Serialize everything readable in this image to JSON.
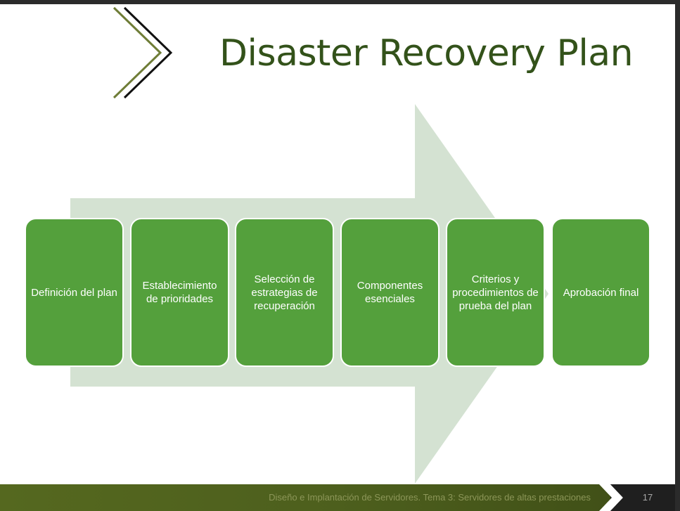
{
  "slide": {
    "title": "Disaster Recovery Plan",
    "accent_color": "#33521a",
    "step_color": "#54a03c",
    "arrow_color": "#d4e2d2"
  },
  "steps": [
    {
      "label": "Definición del plan"
    },
    {
      "label": "Establecimiento de prioridades"
    },
    {
      "label": "Selección de estrategias de recuperación"
    },
    {
      "label": "Componentes esenciales"
    },
    {
      "label": "Criterios y procedimientos de prueba del plan"
    },
    {
      "label": "Aprobación final"
    }
  ],
  "footer": {
    "text": "Diseño e Implantación de Servidores. Tema 3: Servidores de altas prestaciones",
    "page_number": "17",
    "background_color": "#55681f"
  }
}
